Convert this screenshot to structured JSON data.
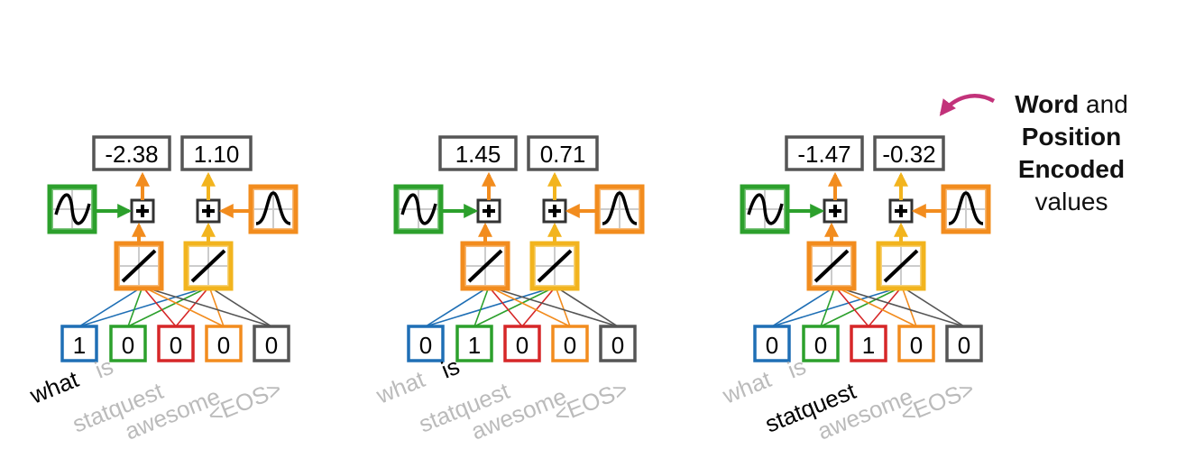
{
  "vocab": [
    "what",
    "is",
    "statquest",
    "awesome",
    "<EOS>"
  ],
  "input_colors": [
    "#1f6fb5",
    "#2ca02c",
    "#d62728",
    "#f28c1e",
    "#555555"
  ],
  "colors": {
    "sine": "#2ca02c",
    "cosine": "#f28c1e",
    "act1": "#f28c1e",
    "act2": "#f2b41e",
    "arrow_highlight": "#c2327a",
    "inactive_label": "#bbbbbb",
    "active_label": "#000000"
  },
  "panels": [
    {
      "word": "what",
      "inputs": [
        "1",
        "0",
        "0",
        "0",
        "0"
      ],
      "outputs": [
        "-2.38",
        "1.10"
      ],
      "active_index": 0
    },
    {
      "word": "is",
      "inputs": [
        "0",
        "1",
        "0",
        "0",
        "0"
      ],
      "outputs": [
        "1.45",
        "0.71"
      ],
      "active_index": 1
    },
    {
      "word": "statquest",
      "inputs": [
        "0",
        "0",
        "1",
        "0",
        "0"
      ],
      "outputs": [
        "-1.47",
        "-0.32"
      ],
      "active_index": 2
    }
  ],
  "note": {
    "line1_bold": "Word",
    "line1_rest": " and",
    "line2": "Position",
    "line3": "Encoded",
    "line4": "values"
  },
  "icons": {
    "sine": "sine-wave-icon",
    "cosine": "bell-curve-icon",
    "plus": "plus-icon",
    "activation": "identity-line-icon"
  }
}
